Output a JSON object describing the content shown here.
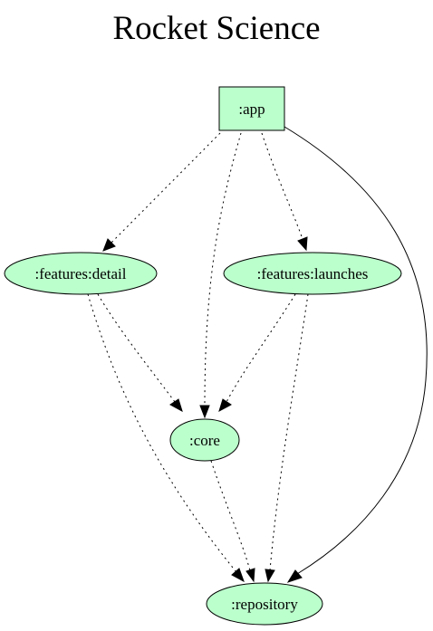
{
  "title": "Rocket Science",
  "colors": {
    "node_fill": "#bbffcc",
    "stroke": "#000000"
  },
  "nodes": [
    {
      "id": "app",
      "label": ":app",
      "shape": "box"
    },
    {
      "id": "features_detail",
      "label": ":features:detail",
      "shape": "ellipse"
    },
    {
      "id": "features_launches",
      "label": ":features:launches",
      "shape": "ellipse"
    },
    {
      "id": "core",
      "label": ":core",
      "shape": "ellipse"
    },
    {
      "id": "repository",
      "label": ":repository",
      "shape": "ellipse"
    }
  ],
  "edges": [
    {
      "from": "app",
      "to": "features_detail",
      "style": "dotted"
    },
    {
      "from": "app",
      "to": "core",
      "style": "dotted"
    },
    {
      "from": "app",
      "to": "features_launches",
      "style": "dotted"
    },
    {
      "from": "app",
      "to": "repository",
      "style": "solid"
    },
    {
      "from": "features_detail",
      "to": "core",
      "style": "dotted"
    },
    {
      "from": "features_detail",
      "to": "repository",
      "style": "dotted"
    },
    {
      "from": "features_launches",
      "to": "core",
      "style": "dotted"
    },
    {
      "from": "features_launches",
      "to": "repository",
      "style": "dotted"
    },
    {
      "from": "core",
      "to": "repository",
      "style": "dotted"
    }
  ]
}
